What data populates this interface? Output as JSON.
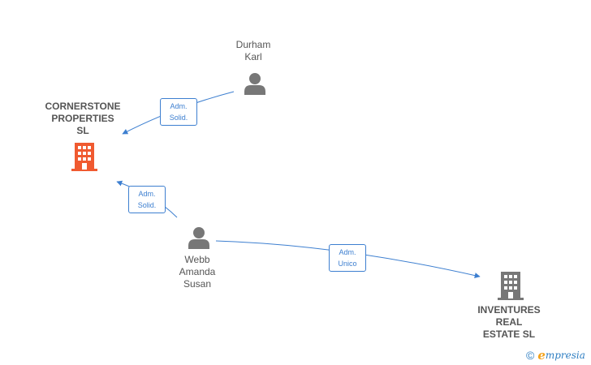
{
  "nodes": {
    "cornerstone": {
      "label": "CORNERSTONE\nPROPERTIES\nSL",
      "kind": "company",
      "color": "#f05a30"
    },
    "inventures": {
      "label": "INVENTURES\nREAL\nESTATE  SL",
      "kind": "company",
      "color": "#777777"
    },
    "durham": {
      "label": "Durham\nKarl",
      "kind": "person",
      "color": "#777777"
    },
    "webb": {
      "label": "Webb\nAmanda\nSusan",
      "kind": "person",
      "color": "#777777"
    }
  },
  "edges": {
    "durham_cornerstone": {
      "line1": "Adm.",
      "line2": "Solid."
    },
    "webb_cornerstone": {
      "line1": "Adm.",
      "line2": "Solid."
    },
    "webb_inventures": {
      "line1": "Adm.",
      "line2": "Unico"
    }
  },
  "colors": {
    "edge": "#3d7fd0",
    "label_text": "#555555"
  },
  "brand": {
    "copyright": "©",
    "initial": "e",
    "rest": "mpresia"
  }
}
